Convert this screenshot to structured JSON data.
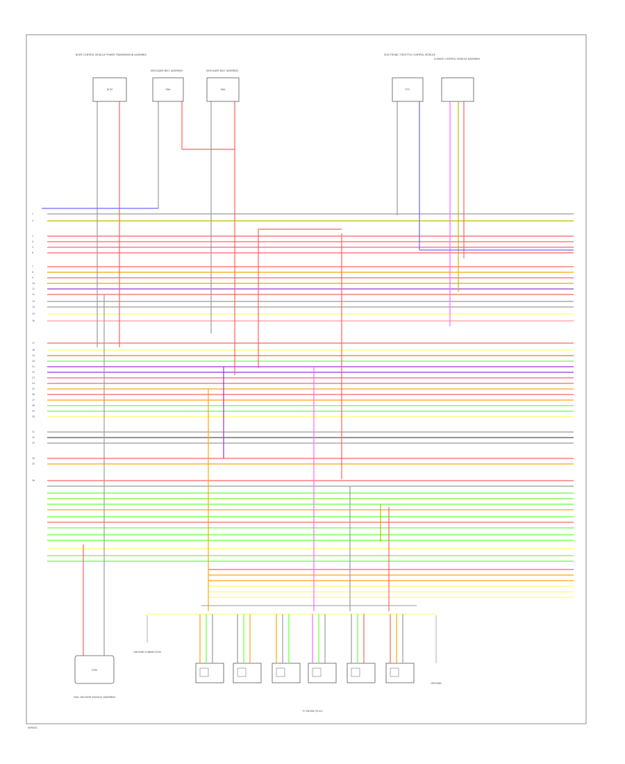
{
  "page_label": "WIRING",
  "bottom_connector_label": "TO ENGINE (PLUG)",
  "left_pin_labels": [
    "1",
    "2",
    "3",
    "4",
    "5",
    "6",
    "7",
    "8",
    "9",
    "10",
    "11",
    "12",
    "13",
    "14",
    "15",
    "16",
    "17",
    "18",
    "19",
    "20",
    "21",
    "22",
    "23",
    "24",
    "25",
    "26",
    "27",
    "28",
    "29",
    "30",
    "31",
    "32",
    "33",
    "34",
    "35",
    "36"
  ],
  "components": {
    "top_1": {
      "name": "BODY CONTROL MODULE POWER TRANSMISSION ASSEMBLY",
      "box_label": "BCM"
    },
    "top_2": {
      "name": "SHOULDER BELT ASSEMBLY",
      "box_label": "SBA"
    },
    "top_3": {
      "name": "SHOULDER BELT ASSEMBLY",
      "box_label": "SBA"
    },
    "top_4": {
      "name": "ELECTRONIC THROTTLE CONTROL MODULE",
      "box_label": "ETC"
    },
    "top_5": {
      "name": "CLIMATE CONTROL MODULE ASSEMBLY",
      "box_label": ""
    },
    "fuel_module": {
      "name": "FUEL DELIVERY MODULE ASSEMBLY",
      "box_label": "FDM"
    },
    "ground_left": {
      "name": "GROUND CONNECTION",
      "box_label": ""
    },
    "ground_right": {
      "name": "GROUND",
      "box_label": ""
    }
  },
  "colors": {
    "red": "#ff6060",
    "pink": "#ff9999",
    "orange": "#ffa500",
    "yellow": "#ffff66",
    "olive": "#c8b400",
    "green": "#66ff33",
    "violet": "#9933cc",
    "magenta": "#ff66ff",
    "blue": "#6666ff",
    "gray": "#999999",
    "dark": "#555555"
  }
}
